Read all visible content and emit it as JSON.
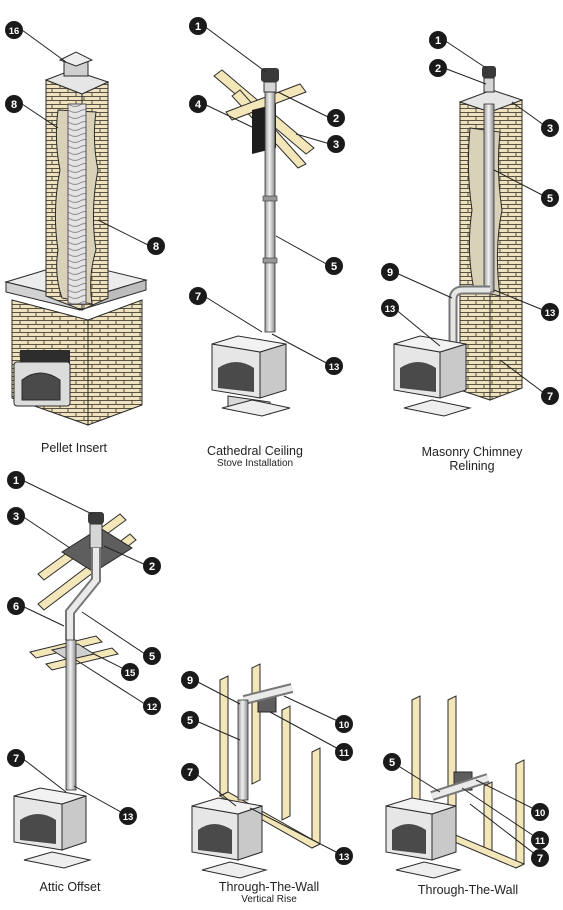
{
  "diagrams": [
    {
      "caption": "Pellet Insert",
      "subcaption": "",
      "callouts": [
        "16",
        "8",
        "8"
      ]
    },
    {
      "caption": "Cathedral Ceiling",
      "subcaption": "Stove Installation",
      "callouts": [
        "1",
        "4",
        "2",
        "3",
        "5",
        "7",
        "13"
      ]
    },
    {
      "caption": "Masonry Chimney",
      "subcaption": "Relining",
      "callouts": [
        "1",
        "2",
        "3",
        "5",
        "9",
        "13",
        "13",
        "7"
      ]
    },
    {
      "caption": "Attic Offset",
      "subcaption": "",
      "callouts": [
        "1",
        "3",
        "2",
        "6",
        "5",
        "15",
        "12",
        "7",
        "13"
      ]
    },
    {
      "caption": "Through-The-Wall",
      "subcaption": "Vertical Rise",
      "callouts": [
        "9",
        "10",
        "5",
        "11",
        "7",
        "13"
      ]
    },
    {
      "caption": "Through-The-Wall",
      "subcaption": "",
      "callouts": [
        "5",
        "10",
        "11",
        "7"
      ]
    }
  ],
  "colors": {
    "brick": "#efe3bf",
    "mortar": "#5a5242",
    "wood": "#f3e6b8",
    "metal": "#d8d8d8",
    "line": "#2a2a2a",
    "badge": "#1a1a1a"
  }
}
